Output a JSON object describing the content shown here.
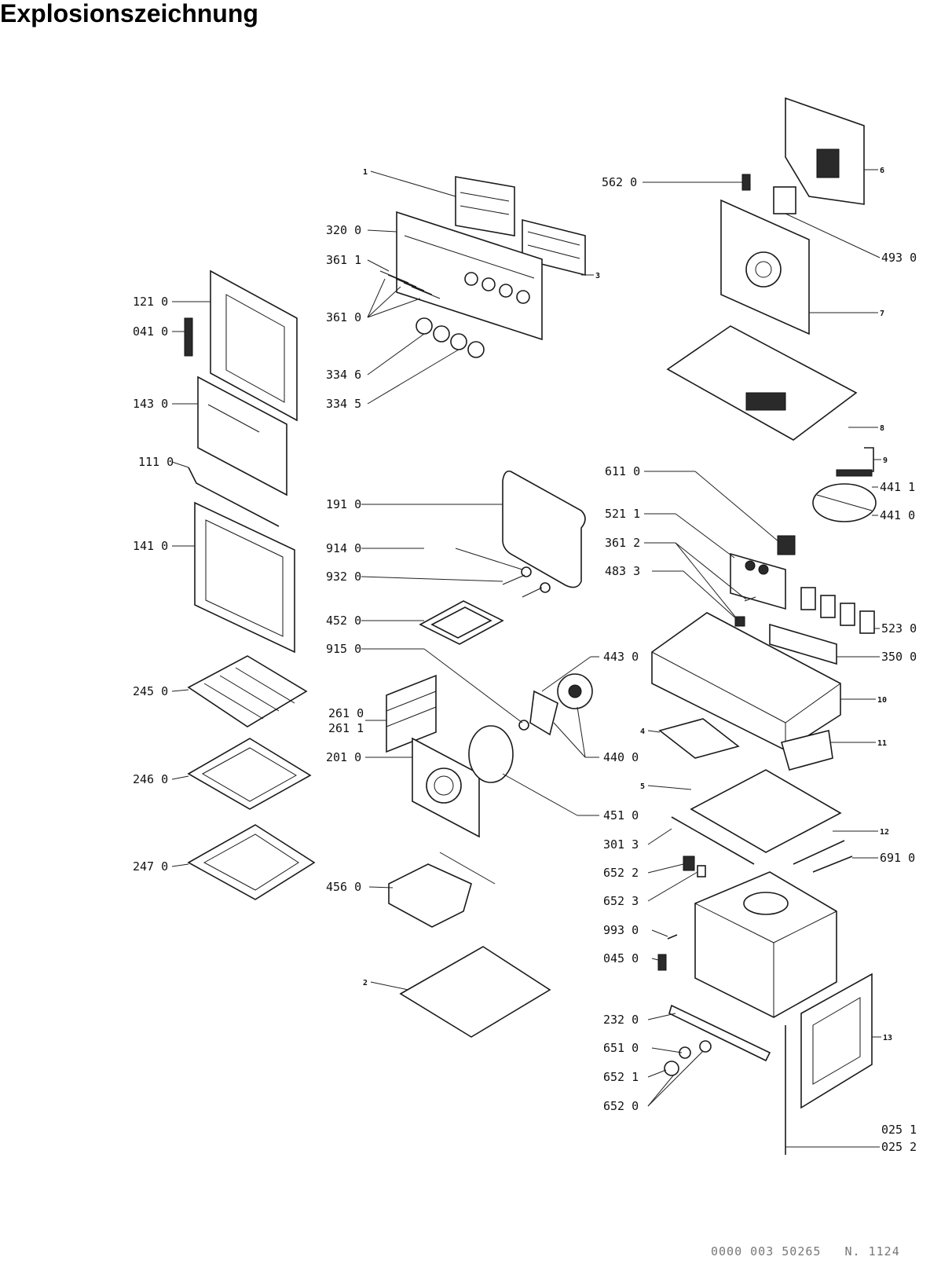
{
  "title": "Explosionszeichnung",
  "footer_code": "0000 003 50265   N. 1124",
  "parts": [
    {
      "id": "p1",
      "label": "1"
    },
    {
      "id": "p320",
      "label": "320 0"
    },
    {
      "id": "p3611",
      "label": "361 1"
    },
    {
      "id": "p3",
      "label": "3"
    },
    {
      "id": "p1210",
      "label": "121 0"
    },
    {
      "id": "p0410",
      "label": "041 0"
    },
    {
      "id": "p3610",
      "label": "361 0"
    },
    {
      "id": "p3346",
      "label": "334 6"
    },
    {
      "id": "p3345",
      "label": "334 5"
    },
    {
      "id": "p1430",
      "label": "143 0"
    },
    {
      "id": "p1110",
      "label": "111 0"
    },
    {
      "id": "p1910",
      "label": "191 0"
    },
    {
      "id": "p1410",
      "label": "141 0"
    },
    {
      "id": "p9140",
      "label": "914 0"
    },
    {
      "id": "p9320",
      "label": "932 0"
    },
    {
      "id": "p4520",
      "label": "452 0"
    },
    {
      "id": "p9150",
      "label": "915 0"
    },
    {
      "id": "p2450",
      "label": "245 0"
    },
    {
      "id": "p2610",
      "label": "261 0"
    },
    {
      "id": "p2611",
      "label": "261 1"
    },
    {
      "id": "p2010",
      "label": "201 0"
    },
    {
      "id": "p2460",
      "label": "246 0"
    },
    {
      "id": "p2470",
      "label": "247 0"
    },
    {
      "id": "p4560",
      "label": "456 0"
    },
    {
      "id": "p2",
      "label": "2"
    },
    {
      "id": "p5620",
      "label": "562 0"
    },
    {
      "id": "p6",
      "label": "6"
    },
    {
      "id": "p4930",
      "label": "493 0"
    },
    {
      "id": "p7",
      "label": "7"
    },
    {
      "id": "p8",
      "label": "8"
    },
    {
      "id": "p9",
      "label": "9"
    },
    {
      "id": "p6110",
      "label": "611 0"
    },
    {
      "id": "p4411",
      "label": "441 1"
    },
    {
      "id": "p4410",
      "label": "441 0"
    },
    {
      "id": "p5211",
      "label": "521 1"
    },
    {
      "id": "p3612",
      "label": "361 2"
    },
    {
      "id": "p4833",
      "label": "483 3"
    },
    {
      "id": "p5230",
      "label": "523 0"
    },
    {
      "id": "p3500",
      "label": "350 0"
    },
    {
      "id": "p4430",
      "label": "443 0"
    },
    {
      "id": "p10",
      "label": "10"
    },
    {
      "id": "p4",
      "label": "4"
    },
    {
      "id": "p11",
      "label": "11"
    },
    {
      "id": "p4400",
      "label": "440 0"
    },
    {
      "id": "p5",
      "label": "5"
    },
    {
      "id": "p4510",
      "label": "451 0"
    },
    {
      "id": "p3013",
      "label": "301 3"
    },
    {
      "id": "p12",
      "label": "12"
    },
    {
      "id": "p6910",
      "label": "691 0"
    },
    {
      "id": "p6522",
      "label": "652 2"
    },
    {
      "id": "p6523",
      "label": "652 3"
    },
    {
      "id": "p9930",
      "label": "993 0"
    },
    {
      "id": "p0450",
      "label": "045 0"
    },
    {
      "id": "p2320",
      "label": "232 0"
    },
    {
      "id": "p13",
      "label": "13"
    },
    {
      "id": "p6510",
      "label": "651 0"
    },
    {
      "id": "p6521",
      "label": "652 1"
    },
    {
      "id": "p6520",
      "label": "652 0"
    },
    {
      "id": "p0251",
      "label": "025 1"
    },
    {
      "id": "p0252",
      "label": "025 2"
    }
  ]
}
